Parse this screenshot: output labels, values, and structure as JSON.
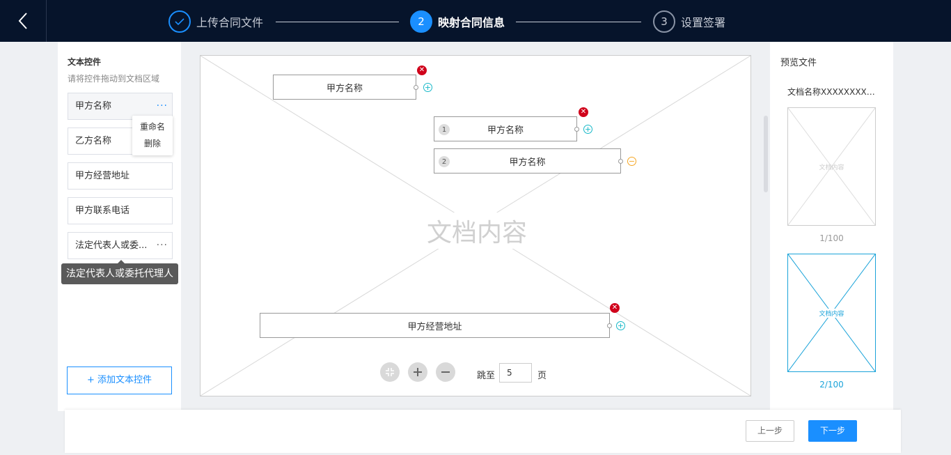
{
  "stepper": {
    "steps": [
      {
        "number": "✓",
        "label": "上传合同文件",
        "state": "done"
      },
      {
        "number": "2",
        "label": "映射合同信息",
        "state": "active"
      },
      {
        "number": "3",
        "label": "设置签署",
        "state": "pending"
      }
    ]
  },
  "left_panel": {
    "title": "文本控件",
    "hint": "请将控件拖动到文档区域",
    "controls": [
      "甲方名称",
      "乙方名称",
      "甲方经营地址",
      "甲方联系电话",
      "法定代表人或委..."
    ],
    "more_glyph": "···",
    "context_menu": [
      "重命名",
      "删除"
    ],
    "tooltip": "法定代表人或委托代理人",
    "add_button": "+ 添加文本控件"
  },
  "document": {
    "watermark": "文档内容",
    "fields": [
      {
        "label": "甲方名称",
        "number": ""
      },
      {
        "label": "甲方名称",
        "number": "1"
      },
      {
        "label": "甲方名称",
        "number": "2"
      },
      {
        "label": "甲方经营地址",
        "number": ""
      }
    ],
    "jump_label": "跳至",
    "page_value": "5",
    "page_unit": "页"
  },
  "right_panel": {
    "title": "预览文件",
    "doc_name": "文档名称XXXXXXXXXXXX",
    "thumbnails": [
      {
        "text": "文档内容",
        "page": "1/100",
        "active": false
      },
      {
        "text": "文档内容",
        "page": "2/100",
        "active": true
      }
    ]
  },
  "footer": {
    "prev": "上一步",
    "next": "下一步"
  },
  "colors": {
    "primary": "#1a8fff",
    "topbar": "#06142b",
    "danger": "#d0021b",
    "teal": "#16b8c8",
    "warning": "#f5a623"
  }
}
